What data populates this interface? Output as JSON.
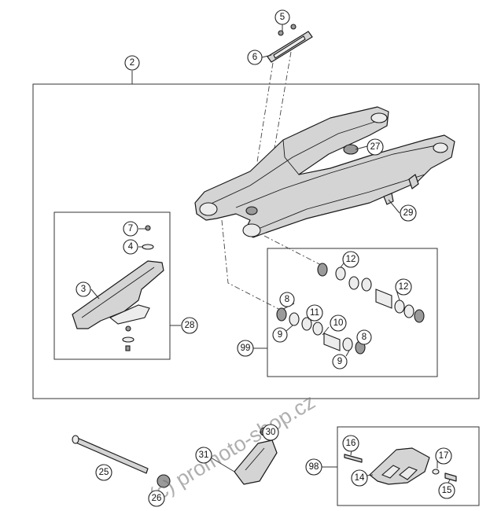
{
  "watermark": "(c) promoto-shop.cz",
  "colors": {
    "line": "#1a1a1a",
    "part_fill": "#d4d4d4",
    "background": "#ffffff",
    "watermark": "#6e6e6e"
  },
  "callouts": [
    {
      "id": "c5",
      "label": "5"
    },
    {
      "id": "c6",
      "label": "6"
    },
    {
      "id": "c2",
      "label": "2"
    },
    {
      "id": "c27",
      "label": "27"
    },
    {
      "id": "c29",
      "label": "29"
    },
    {
      "id": "c7",
      "label": "7"
    },
    {
      "id": "c4",
      "label": "4"
    },
    {
      "id": "c3",
      "label": "3"
    },
    {
      "id": "c28",
      "label": "28"
    },
    {
      "id": "c12a",
      "label": "12"
    },
    {
      "id": "c12b",
      "label": "12"
    },
    {
      "id": "c8a",
      "label": "8"
    },
    {
      "id": "c11",
      "label": "11"
    },
    {
      "id": "c10",
      "label": "10"
    },
    {
      "id": "c8b",
      "label": "8"
    },
    {
      "id": "c9a",
      "label": "9"
    },
    {
      "id": "c9b",
      "label": "9"
    },
    {
      "id": "c99",
      "label": "99"
    },
    {
      "id": "c30",
      "label": "30"
    },
    {
      "id": "c31",
      "label": "31"
    },
    {
      "id": "c25",
      "label": "25"
    },
    {
      "id": "c26",
      "label": "26"
    },
    {
      "id": "c16",
      "label": "16"
    },
    {
      "id": "c17",
      "label": "17"
    },
    {
      "id": "c98",
      "label": "98"
    },
    {
      "id": "c14",
      "label": "14"
    },
    {
      "id": "c15",
      "label": "15"
    }
  ]
}
